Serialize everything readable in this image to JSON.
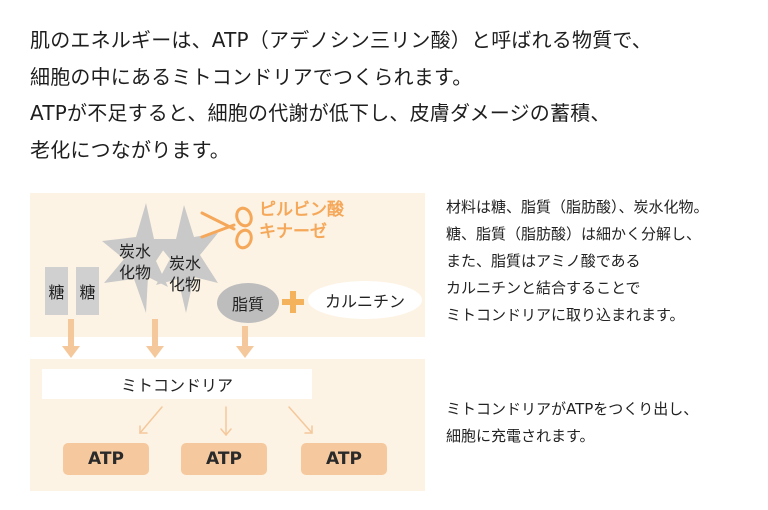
{
  "intro": {
    "lines": [
      "肌のエネルギーは、ATP（アデノシン三リン酸）と呼ばれる物質で、",
      "細胞の中にあるミトコンドリアでつくられます。",
      "ATPが不足すると、細胞の代謝が低下し、皮膚ダメージの蓄積、",
      "老化につながります。"
    ]
  },
  "diagram": {
    "sugar_labels": [
      "糖",
      "糖"
    ],
    "carb_labels": [
      "炭水\n化物",
      "炭水\n化物"
    ],
    "enzyme_label": "ピルビン酸\nキナーゼ",
    "fat_label": "脂質",
    "carnitine_label": "カルニチン",
    "mitochondria_label": "ミトコンドリア",
    "atp_labels": [
      "ATP",
      "ATP",
      "ATP"
    ],
    "colors": {
      "band": "#fdf3e4",
      "arrow": "#f5c89b",
      "atp_box": "#f6c89e",
      "enzyme": "#f5a85a",
      "plus": "#f5b25d"
    }
  },
  "side": {
    "text1": [
      "材料は糖、脂質（脂肪酸）、炭水化物。",
      "糖、脂質（脂肪酸）は細かく分解し、",
      "また、脂質はアミノ酸である",
      "カルニチンと結合することで",
      "ミトコンドリアに取り込まれます。"
    ],
    "text2": [
      "ミトコンドリアがATPをつくり出し、",
      "細胞に充電されます。"
    ]
  }
}
